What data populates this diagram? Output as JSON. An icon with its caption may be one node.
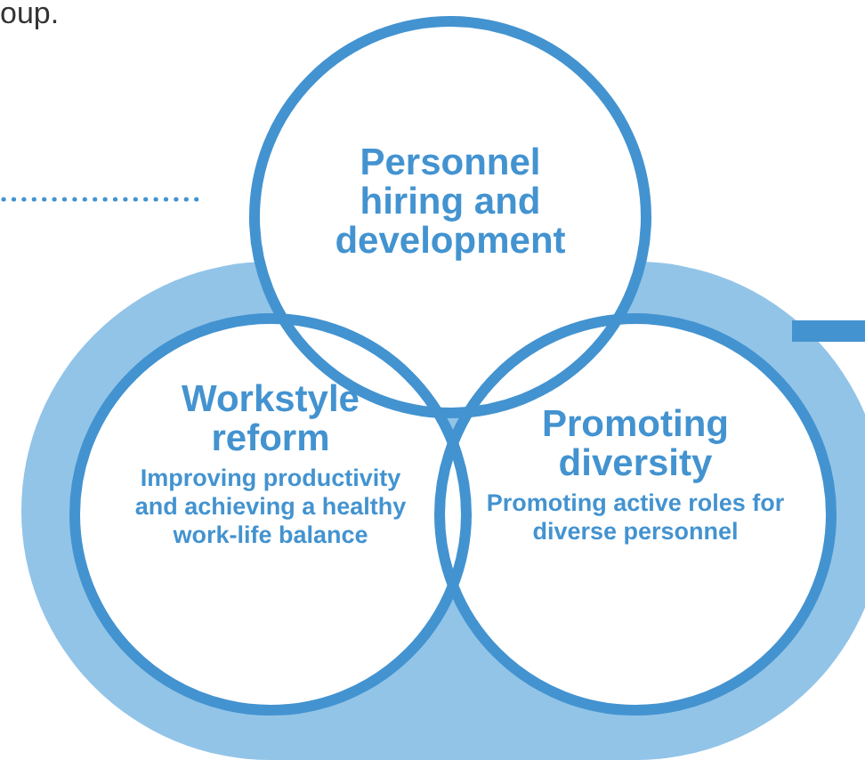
{
  "diagram": {
    "nodes": [
      {
        "text": [
          "Personnel hiring and development"
        ]
      },
      {
        "text": [
          "Workstyle reform",
          "Improving productivity and achieving a healthy work-life balance"
        ]
      },
      {
        "text": [
          "Promoting diversity",
          "Promoting active roles for diverse personnel"
        ]
      }
    ],
    "edges": [],
    "labels": [
      "oup."
    ]
  }
}
